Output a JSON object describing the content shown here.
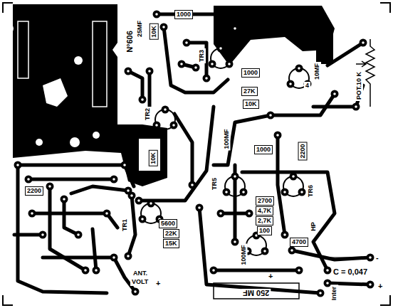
{
  "diagram": {
    "labels": [
      "N°606",
      "25MF",
      "10K",
      "1000",
      "TR3",
      "POT.10 K",
      "4",
      "10MF",
      "1000",
      "27K",
      "10K",
      "100MF",
      "TR2",
      "10K",
      "1000",
      "2200",
      "TR5",
      "TR6",
      "2700",
      "4,7K",
      "2,7K",
      "100",
      "4700",
      "HP",
      "100MF",
      "250 MF",
      "+",
      "Inter",
      "C = 0,047",
      "-",
      "+",
      "TR1",
      "5600",
      "22K",
      "15K",
      "ANT.",
      "VOLT",
      "+",
      "2200"
    ]
  }
}
